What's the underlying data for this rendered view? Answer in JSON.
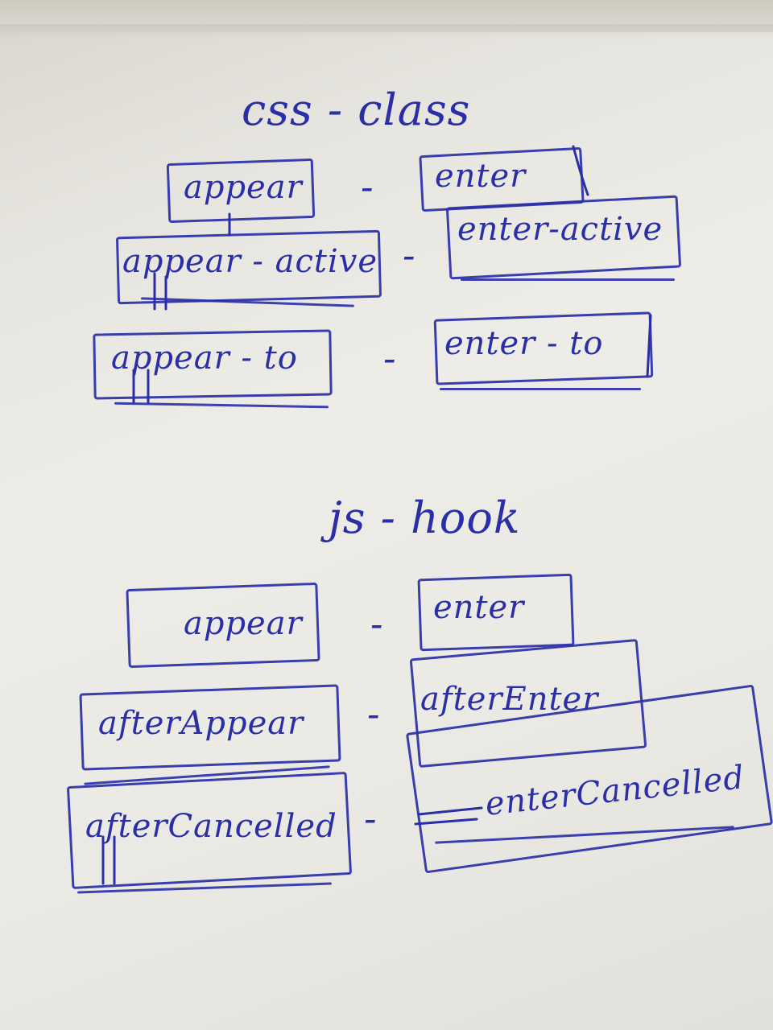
{
  "css_section": {
    "heading": "css - class",
    "rows": [
      {
        "left": "appear",
        "dash": "-",
        "right": "enter"
      },
      {
        "left": "appear - active",
        "dash": "-",
        "right": "enter-active"
      },
      {
        "left": "appear - to",
        "dash": "-",
        "right": "enter - to"
      }
    ]
  },
  "js_section": {
    "heading": "js - hook",
    "rows": [
      {
        "left": "appear",
        "dash": "-",
        "right": "enter"
      },
      {
        "left": "afterAppear",
        "dash": "-",
        "right": "afterEnter"
      },
      {
        "left": "afterCancelled",
        "dash": "-",
        "right": "enterCancelled"
      }
    ]
  },
  "colors": {
    "ink": "#2a2fa8",
    "paper": "#eceae5"
  }
}
